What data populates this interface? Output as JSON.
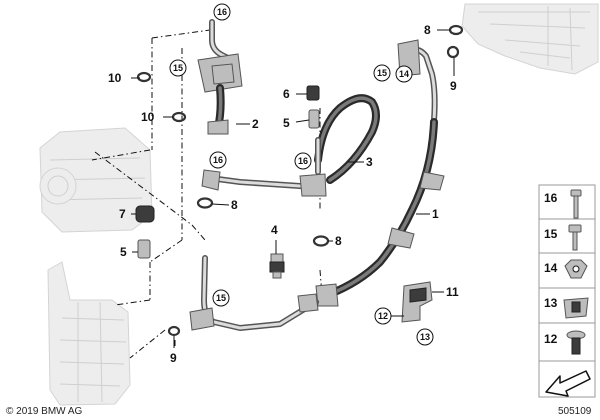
{
  "callouts": [
    {
      "label": "1",
      "circled": false
    },
    {
      "label": "2",
      "circled": false
    },
    {
      "label": "3",
      "circled": false
    },
    {
      "label": "4",
      "circled": false
    },
    {
      "label": "5",
      "circled": false
    },
    {
      "label": "5",
      "circled": false
    },
    {
      "label": "6",
      "circled": false
    },
    {
      "label": "7",
      "circled": false
    },
    {
      "label": "8",
      "circled": false
    },
    {
      "label": "8",
      "circled": false
    },
    {
      "label": "8",
      "circled": false
    },
    {
      "label": "9",
      "circled": false
    },
    {
      "label": "9",
      "circled": false
    },
    {
      "label": "10",
      "circled": false
    },
    {
      "label": "10",
      "circled": false
    },
    {
      "label": "11",
      "circled": false
    },
    {
      "label": "12",
      "circled": true
    },
    {
      "label": "13",
      "circled": true
    },
    {
      "label": "14",
      "circled": true
    },
    {
      "label": "15",
      "circled": true
    },
    {
      "label": "15",
      "circled": true
    },
    {
      "label": "15",
      "circled": true
    },
    {
      "label": "16",
      "circled": true
    },
    {
      "label": "16",
      "circled": true
    },
    {
      "label": "16",
      "circled": true
    }
  ],
  "legend": [
    {
      "label": "16",
      "icon": "torx-bolt-icon"
    },
    {
      "label": "15",
      "icon": "hex-bolt-icon"
    },
    {
      "label": "14",
      "icon": "hex-nut-icon"
    },
    {
      "label": "13",
      "icon": "cage-nut-icon"
    },
    {
      "label": "12",
      "icon": "flange-screw-icon"
    },
    {
      "label": "",
      "icon": "arrow-icon"
    }
  ],
  "footer": {
    "copyright": "© 2019 BMW AG",
    "diagram_number": "505109"
  }
}
